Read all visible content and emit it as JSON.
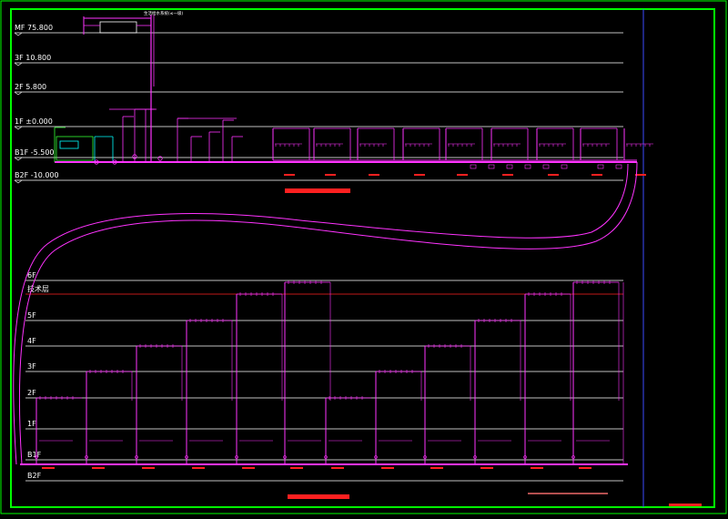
{
  "upper_levels": [
    {
      "label": "MF 75.800"
    },
    {
      "label": "3F 10.800"
    },
    {
      "label": "2F 5.800"
    },
    {
      "label": "1F ±0.000"
    },
    {
      "label": "B1F -5.500"
    },
    {
      "label": "B2F -10.000"
    }
  ],
  "lower_levels": [
    {
      "label": "6F"
    },
    {
      "label": "技术层"
    },
    {
      "label": "5F"
    },
    {
      "label": "4F"
    },
    {
      "label": "3F"
    },
    {
      "label": "2F"
    },
    {
      "label": "1F"
    },
    {
      "label": "B1F"
    },
    {
      "label": "B2F"
    }
  ],
  "top_note": "生活给水系统(≤一级)",
  "colors": {
    "frame": "#00ff00",
    "pipe": "#ff33ff",
    "cyan": "#00ffff",
    "red": "#ff2020",
    "white": "#ffffff",
    "green": "#33ff33",
    "blue_line": "#3b4cff"
  }
}
